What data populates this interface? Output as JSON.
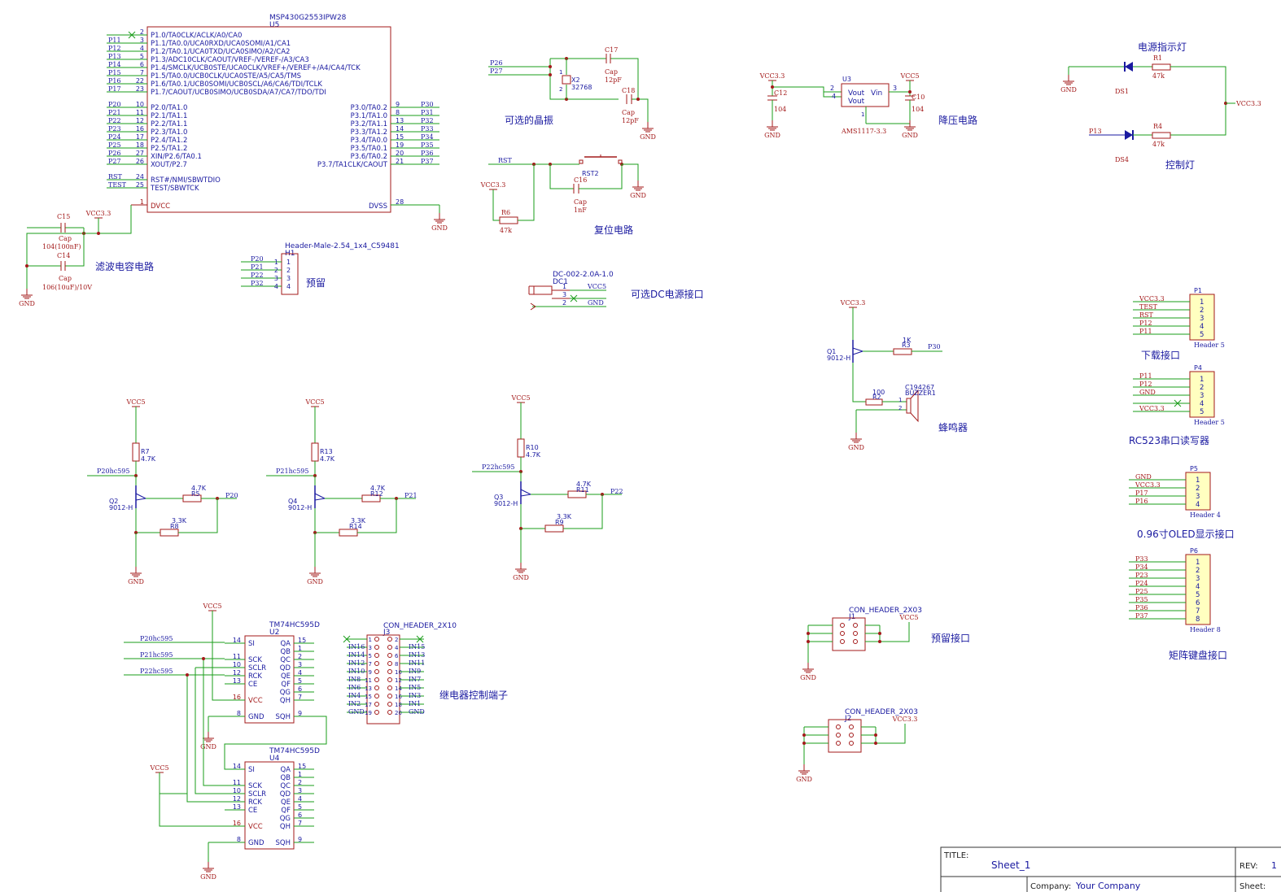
{
  "mcu": {
    "part": "MSP430G2553IPW28",
    "ref": "U5",
    "left_p1_pins": [
      {
        "net": "",
        "num": "2",
        "name": "P1.0/TA0CLK/ACLK/A0/CA0"
      },
      {
        "net": "P11",
        "num": "3",
        "name": "P1.1/TA0.0/UCA0RXD/UCA0SOMI/A1/CA1"
      },
      {
        "net": "P12",
        "num": "4",
        "name": "P1.2/TA0.1/UCA0TXD/UCA0SIMO/A2/CA2"
      },
      {
        "net": "P13",
        "num": "5",
        "name": "P1.3/ADC10CLK/CAOUT/VREF-/VEREF-/A3/CA3"
      },
      {
        "net": "P14",
        "num": "6",
        "name": "P1.4/SMCLK/UCB0STE/UCA0CLK/VREF+/VEREF+/A4/CA4/TCK"
      },
      {
        "net": "P15",
        "num": "7",
        "name": "P1.5/TA0.0/UCB0CLK/UCA0STE/A5/CA5/TMS"
      },
      {
        "net": "P16",
        "num": "22",
        "name": "P1.6/TA0.1/UCB0SOMI/UCB0SCL/A6/CA6/TDI/TCLK"
      },
      {
        "net": "P17",
        "num": "23",
        "name": "P1.7/CAOUT/UCB0SIMO/UCB0SDA/A7/CA7/TDO/TDI"
      }
    ],
    "left_p2_pins": [
      {
        "net": "P20",
        "num": "10",
        "name": "P2.0/TA1.0"
      },
      {
        "net": "P21",
        "num": "11",
        "name": "P2.1/TA1.1"
      },
      {
        "net": "P22",
        "num": "12",
        "name": "P2.2/TA1.1"
      },
      {
        "net": "P23",
        "num": "16",
        "name": "P2.3/TA1.0"
      },
      {
        "net": "P24",
        "num": "17",
        "name": "P2.4/TA1.2"
      },
      {
        "net": "P25",
        "num": "18",
        "name": "P2.5/TA1.2"
      },
      {
        "net": "P26",
        "num": "27",
        "name": "XIN/P2.6/TA0.1"
      },
      {
        "net": "P27",
        "num": "26",
        "name": "XOUT/P2.7"
      }
    ],
    "left_ctrl_pins": [
      {
        "net": "RST",
        "num": "24",
        "name": "RST#/NMI/SBWTDIO"
      },
      {
        "net": "TEST",
        "num": "25",
        "name": "TEST/SBWTCK"
      }
    ],
    "right_pins": [
      {
        "net": "P30",
        "num": "9",
        "name": "P3.0/TA0.2"
      },
      {
        "net": "P31",
        "num": "8",
        "name": "P3.1/TA1.0"
      },
      {
        "net": "P32",
        "num": "13",
        "name": "P3.2/TA1.1"
      },
      {
        "net": "P33",
        "num": "14",
        "name": "P3.3/TA1.2"
      },
      {
        "net": "P34",
        "num": "15",
        "name": "P3.4/TA0.0"
      },
      {
        "net": "P35",
        "num": "19",
        "name": "P3.5/TA0.1"
      },
      {
        "net": "P36",
        "num": "20",
        "name": "P3.6/TA0.2"
      },
      {
        "net": "P37",
        "num": "21",
        "name": "P3.7/TA1CLK/CAOUT"
      }
    ],
    "dvcc": {
      "num": "1",
      "name": "DVCC"
    },
    "dvss": {
      "num": "28",
      "name": "DVSS"
    }
  },
  "labels": {
    "vcc33": "VCC3.3",
    "vcc5": "VCC5",
    "gnd": "GND",
    "filter_section": "滤波电容电路",
    "crystal_section": "可选的晶振",
    "reset_section": "复位电路",
    "dc_section": "可选DC电源接口",
    "ldo_section": "降压电路",
    "power_led_section": "电源指示灯",
    "ctrl_led_section": "控制灯",
    "reserve_section": "预留",
    "buzzer_section": "蜂鸣器",
    "download_section": "下载接口",
    "rc523_section": "RC523串口读写器",
    "oled_section": "0.96寸OLED显示接口",
    "keypad_section": "矩阵键盘接口",
    "relay_section": "继电器控制端子",
    "reserve_port_section": "预留接口"
  },
  "filter": {
    "c15_ref": "C15",
    "c15_type": "Cap",
    "c15_val": "104(100nF)",
    "c14_ref": "C14",
    "c14_type": "Cap",
    "c14_val": "106(10uF)/10V"
  },
  "header_h1": {
    "part": "Header-Male-2.54_1x4_C59481",
    "ref": "H1",
    "nets": [
      "P20",
      "P21",
      "P22",
      "P32"
    ],
    "pins": [
      "1",
      "2",
      "3",
      "4"
    ]
  },
  "crystal": {
    "net1": "P26",
    "net2": "P27",
    "ref": "X2",
    "val": "32768",
    "c17_ref": "C17",
    "c17_type": "Cap",
    "c17_val": "12pF",
    "c18_ref": "C18",
    "c18_type": "Cap",
    "c18_val": "12pF",
    "pin1": "1",
    "pin2": "2"
  },
  "reset": {
    "net": "RST",
    "sw": "RST2",
    "c16_ref": "C16",
    "c16_type": "Cap",
    "c16_val": "1nF",
    "r6_ref": "R6",
    "r6_val": "47k"
  },
  "dcjack": {
    "part": "DC-002-2.0A-1.0",
    "ref": "DC1",
    "pins": [
      "1",
      "3",
      "2"
    ]
  },
  "ldo": {
    "ref": "U3",
    "part": "AMS1117-3.3",
    "pin_vin": "3",
    "pin_vout": "2",
    "pin_vout2": "4",
    "pin_gnd": "1",
    "vin": "Vin",
    "vout": "Vout",
    "vout2": "Vout",
    "c12_ref": "C12",
    "c12_val": "104",
    "c10_ref": "C10",
    "c10_val": "104"
  },
  "leds": {
    "r1_ref": "R1",
    "r1_val": "47k",
    "ds1": "DS1",
    "r4_ref": "R4",
    "r4_val": "47k",
    "ds4": "DS4",
    "ctrl_net": "P13"
  },
  "buzzer": {
    "q_ref": "Q1",
    "q_part": "9012-H",
    "r3_ref": "R3",
    "r3_val": "1K",
    "net": "P30",
    "r2_ref": "R2",
    "r2_val": "100",
    "bz_part": "C194267",
    "bz_ref": "BUZZER1",
    "pins": [
      "1",
      "2"
    ]
  },
  "drivers": [
    {
      "vcc": "VCC5",
      "rpull_ref": "R7",
      "rpull_val": "4.7K",
      "in_net": "P20hc595",
      "q_ref": "Q2",
      "q_part": "9012-H",
      "rs_ref": "R5",
      "rs_val": "4.7K",
      "out_net": "P20",
      "rb_ref": "R8",
      "rb_val": "3.3K"
    },
    {
      "vcc": "VCC5",
      "rpull_ref": "R13",
      "rpull_val": "4.7K",
      "in_net": "P21hc595",
      "q_ref": "Q4",
      "q_part": "9012-H",
      "rs_ref": "R12",
      "rs_val": "4.7K",
      "out_net": "P21",
      "rb_ref": "R14",
      "rb_val": "3.3K"
    },
    {
      "vcc": "VCC5",
      "rpull_ref": "R10",
      "rpull_val": "4.7K",
      "in_net": "P22hc595",
      "q_ref": "Q3",
      "q_part": "9012-H",
      "rs_ref": "R11",
      "rs_val": "4.7K",
      "out_net": "P22",
      "rb_ref": "R9",
      "rb_val": "3.3K"
    }
  ],
  "shift_regs": [
    {
      "part": "TM74HC595D",
      "ref": "U2"
    },
    {
      "part": "TM74HC595D",
      "ref": "U4"
    }
  ],
  "sr_left_pins": [
    {
      "num": "14",
      "name": "SI"
    },
    {
      "num": "11",
      "name": "SCK"
    },
    {
      "num": "10",
      "name": "SCLR"
    },
    {
      "num": "12",
      "name": "RCK"
    },
    {
      "num": "13",
      "name": "CE"
    },
    {
      "num": "16",
      "name": "VCC"
    },
    {
      "num": "8",
      "name": "GND"
    }
  ],
  "sr_right_pins": [
    {
      "num": "15",
      "name": "QA"
    },
    {
      "num": "1",
      "name": "QB"
    },
    {
      "num": "2",
      "name": "QC"
    },
    {
      "num": "3",
      "name": "QD"
    },
    {
      "num": "4",
      "name": "QE"
    },
    {
      "num": "5",
      "name": "QF"
    },
    {
      "num": "6",
      "name": "QG"
    },
    {
      "num": "7",
      "name": "QH"
    },
    {
      "num": "9",
      "name": "SQH"
    }
  ],
  "sr_nets": [
    "P20hc595",
    "P21hc595",
    "P22hc595"
  ],
  "relay_header": {
    "part": "CON_HEADER_2X10",
    "ref": "J3",
    "left_nets": [
      "IN16",
      "IN14",
      "IN12",
      "IN10",
      "IN8",
      "IN6",
      "IN4",
      "IN2",
      "GND"
    ],
    "right_nets": [
      "IN15",
      "IN13",
      "IN11",
      "IN9",
      "IN7",
      "IN5",
      "IN3",
      "IN1",
      "GND"
    ],
    "odd_pins": [
      "1",
      "3",
      "5",
      "7",
      "9",
      "11",
      "13",
      "15",
      "17",
      "19"
    ],
    "even_pins": [
      "2",
      "4",
      "6",
      "8",
      "10",
      "12",
      "14",
      "16",
      "18",
      "20"
    ]
  },
  "reserve_headers": [
    {
      "part": "CON_HEADER_2X03",
      "ref": "J1",
      "supply": "VCC5"
    },
    {
      "part": "CON_HEADER_2X03",
      "ref": "J2",
      "supply": "VCC3.3"
    }
  ],
  "connectors": [
    {
      "ref": "P1",
      "footer": "Header 5",
      "nets": [
        "VCC3.3",
        "TEST",
        "RST",
        "P12",
        "P11"
      ],
      "pins": [
        "1",
        "2",
        "3",
        "4",
        "5"
      ]
    },
    {
      "ref": "P4",
      "footer": "Header 5",
      "nets": [
        "P11",
        "P12",
        "GND",
        "",
        "VCC3.3"
      ],
      "pins": [
        "1",
        "2",
        "3",
        "4",
        "5"
      ]
    },
    {
      "ref": "P5",
      "footer": "Header 4",
      "nets": [
        "GND",
        "VCC3.3",
        "P17",
        "P16"
      ],
      "pins": [
        "1",
        "2",
        "3",
        "4"
      ]
    },
    {
      "ref": "P6",
      "footer": "Header 8",
      "nets": [
        "P33",
        "P34",
        "P23",
        "P24",
        "P25",
        "P35",
        "P36",
        "P37"
      ],
      "pins": [
        "1",
        "2",
        "3",
        "4",
        "5",
        "6",
        "7",
        "8"
      ]
    }
  ],
  "titleblock": {
    "title_label": "TITLE:",
    "title_value": "Sheet_1",
    "rev_label": "REV:",
    "rev_value": "1",
    "company_label": "Company:",
    "company_value": "Your Company",
    "sheet_label": "Sheet:"
  },
  "colors": {
    "wire": "#1a9c1a",
    "part": "#a31a1a",
    "text": "#1a1aa0",
    "fill": "#ffffc0",
    "bg": "#ffffff"
  }
}
